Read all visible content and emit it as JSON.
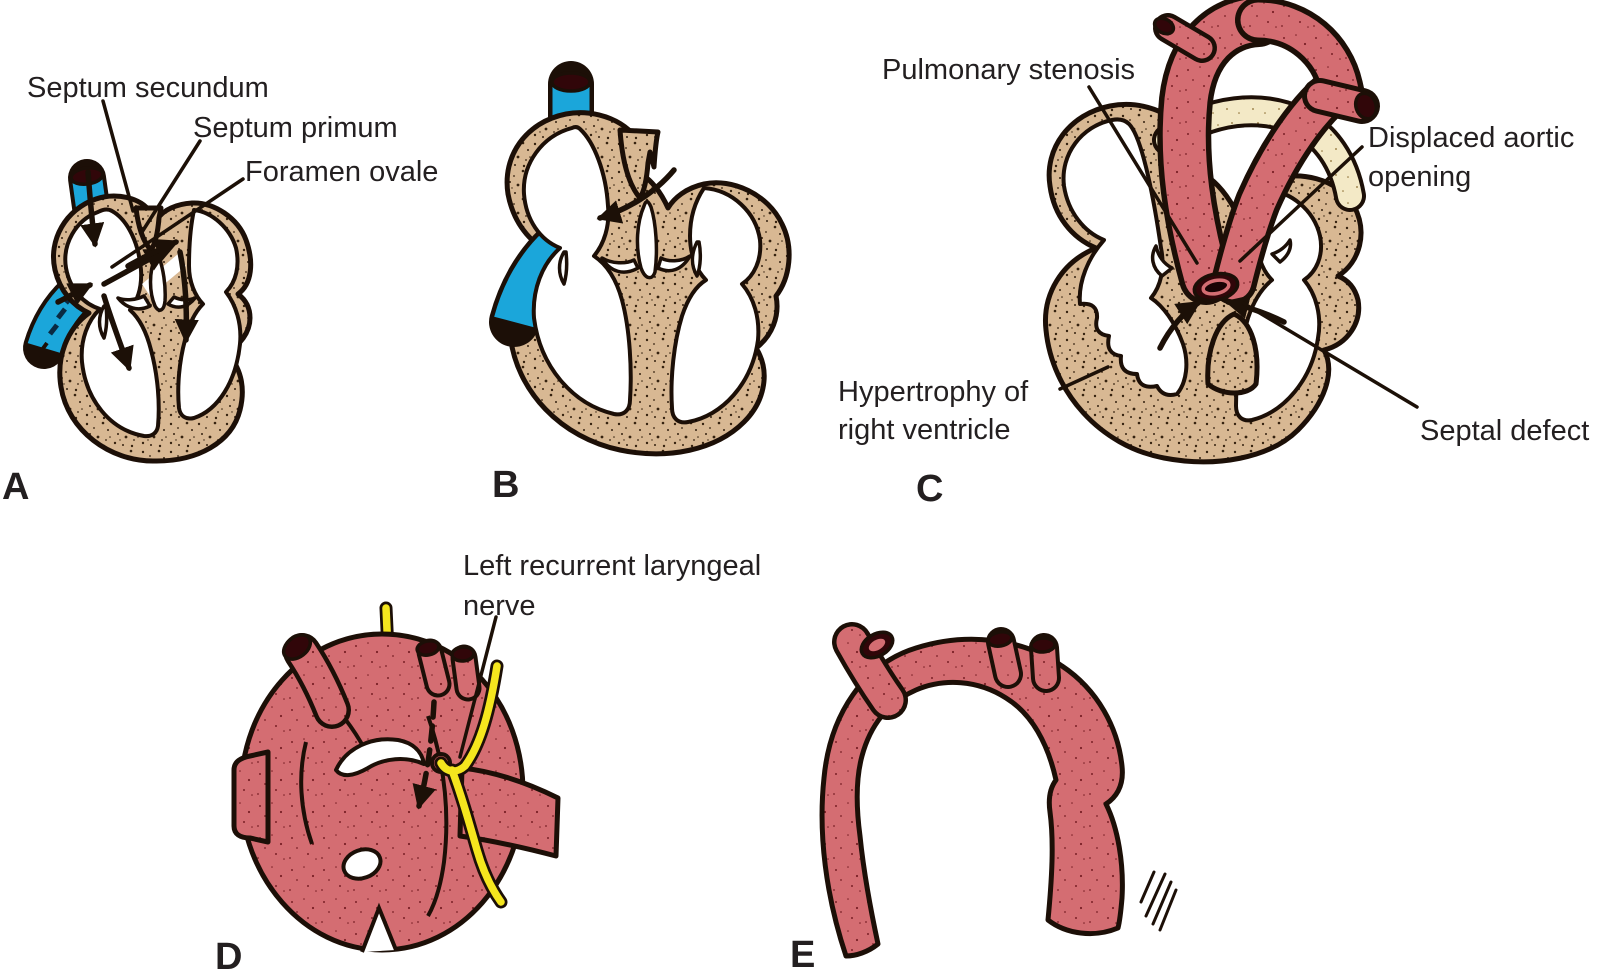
{
  "colors": {
    "background": "#ffffff",
    "wall_tan": "#d8b893",
    "wall_dot": "#35220f",
    "vein_blue": "#1ba6da",
    "vein_dark_opening": "#0d3050",
    "artery_pink": "#d46d72",
    "artery_dot": "#7a2026",
    "artery_dark_opening": "#310609",
    "vessel_cream": "#f3e9c6",
    "nerve_yellow": "#f5e61e",
    "outline": "#1c0f07",
    "text": "#231f20"
  },
  "panel_a": {
    "letter": "A",
    "label_septum_secundum": "Septum secundum",
    "label_septum_primum": "Septum primum",
    "label_foramen_ovale": "Foramen ovale"
  },
  "panel_b": {
    "letter": "B"
  },
  "panel_c": {
    "letter": "C",
    "label_pulmonary_stenosis": "Pulmonary stenosis",
    "label_displaced_aortic_1": "Displaced aortic",
    "label_displaced_aortic_2": "opening",
    "label_hypertrophy_1": "Hypertrophy of",
    "label_hypertrophy_2": "right ventricle",
    "label_septal_defect": "Septal defect"
  },
  "panel_d": {
    "letter": "D",
    "label_nerve_1": "Left recurrent laryngeal",
    "label_nerve_2": "nerve"
  },
  "panel_e": {
    "letter": "E"
  }
}
